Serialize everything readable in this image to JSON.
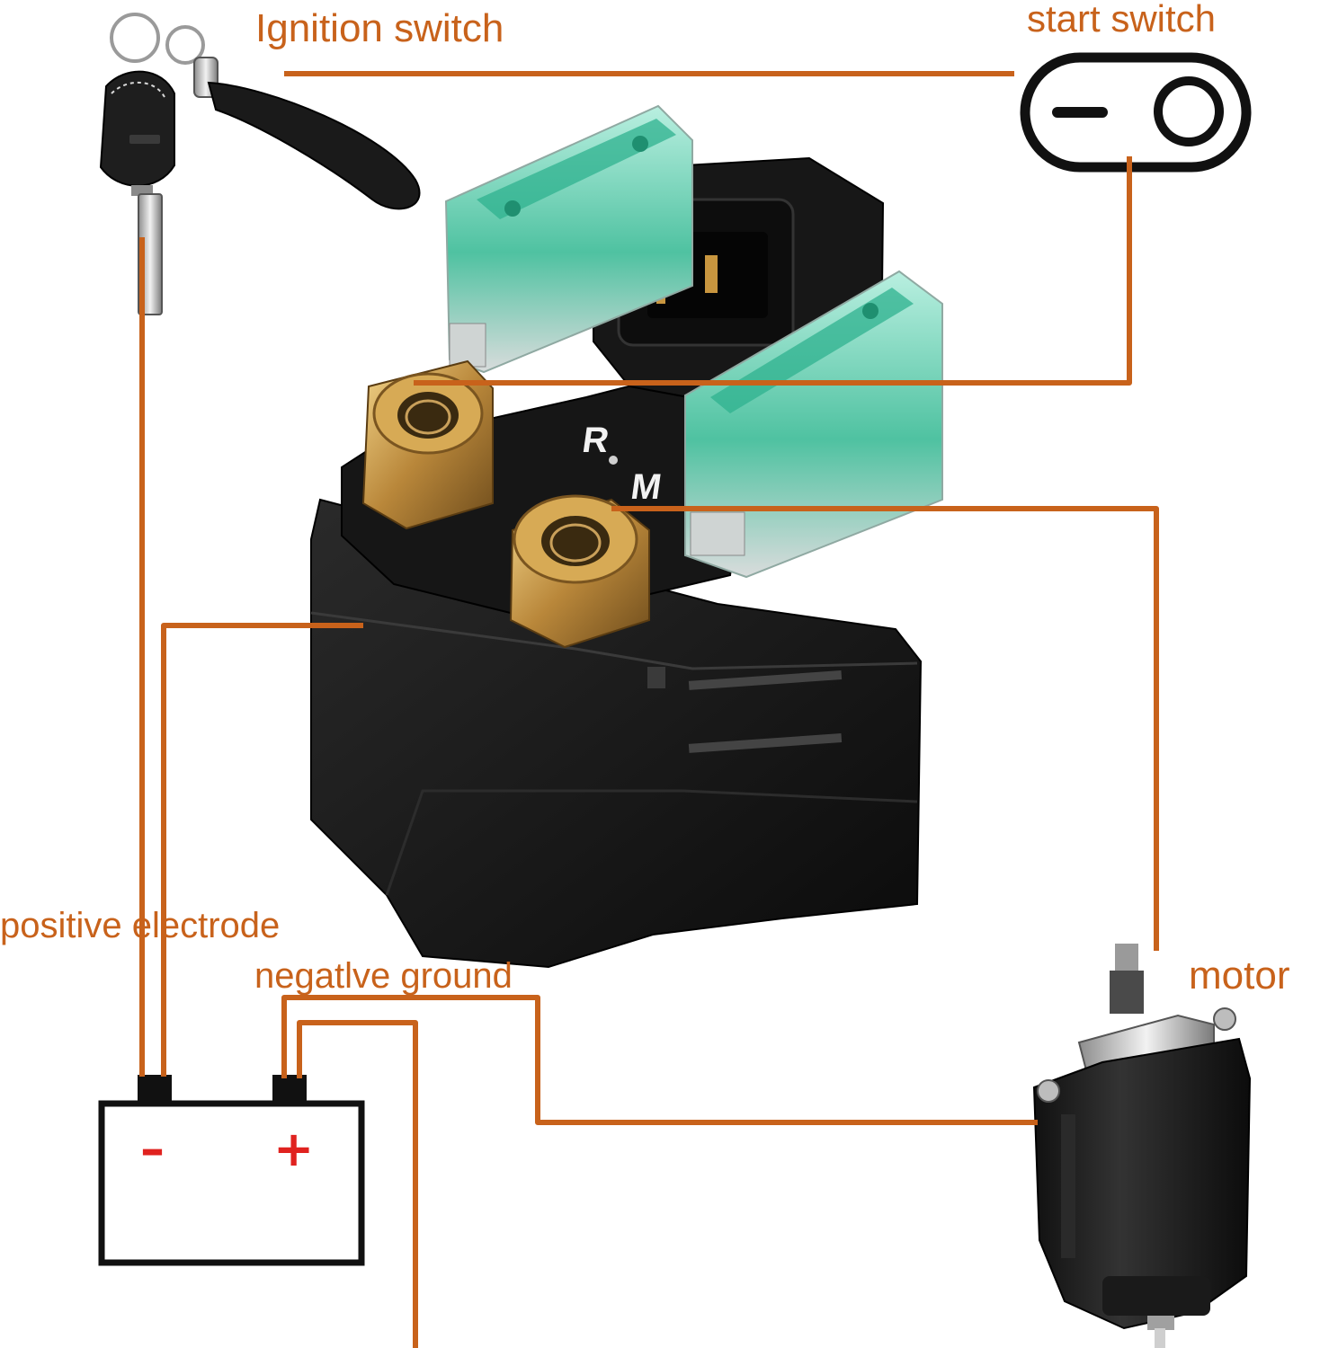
{
  "labels": {
    "ignition_switch": "Ignition switch",
    "start_switch": "start switch",
    "positive_electrode": "positive electrode",
    "negative_ground": "negatlve ground",
    "motor": "motor"
  },
  "relay_terminals": {
    "r": "R",
    "m": "M"
  },
  "battery": {
    "minus_sign": "–",
    "plus_sign": "+"
  },
  "colors": {
    "wire": "#c8621b",
    "label_text": "#c8621b",
    "battery_outline": "#111111",
    "battery_sign": "#e0221f",
    "relay_body": "#141414",
    "fuse_cover": "#57c7a8",
    "brass": "#b8893a"
  },
  "icons": {
    "ignition_key": "key-fob-icon",
    "start_switch": "toggle-switch-icon",
    "relay": "starter-relay-icon",
    "battery": "battery-icon",
    "motor": "starter-motor-icon"
  }
}
